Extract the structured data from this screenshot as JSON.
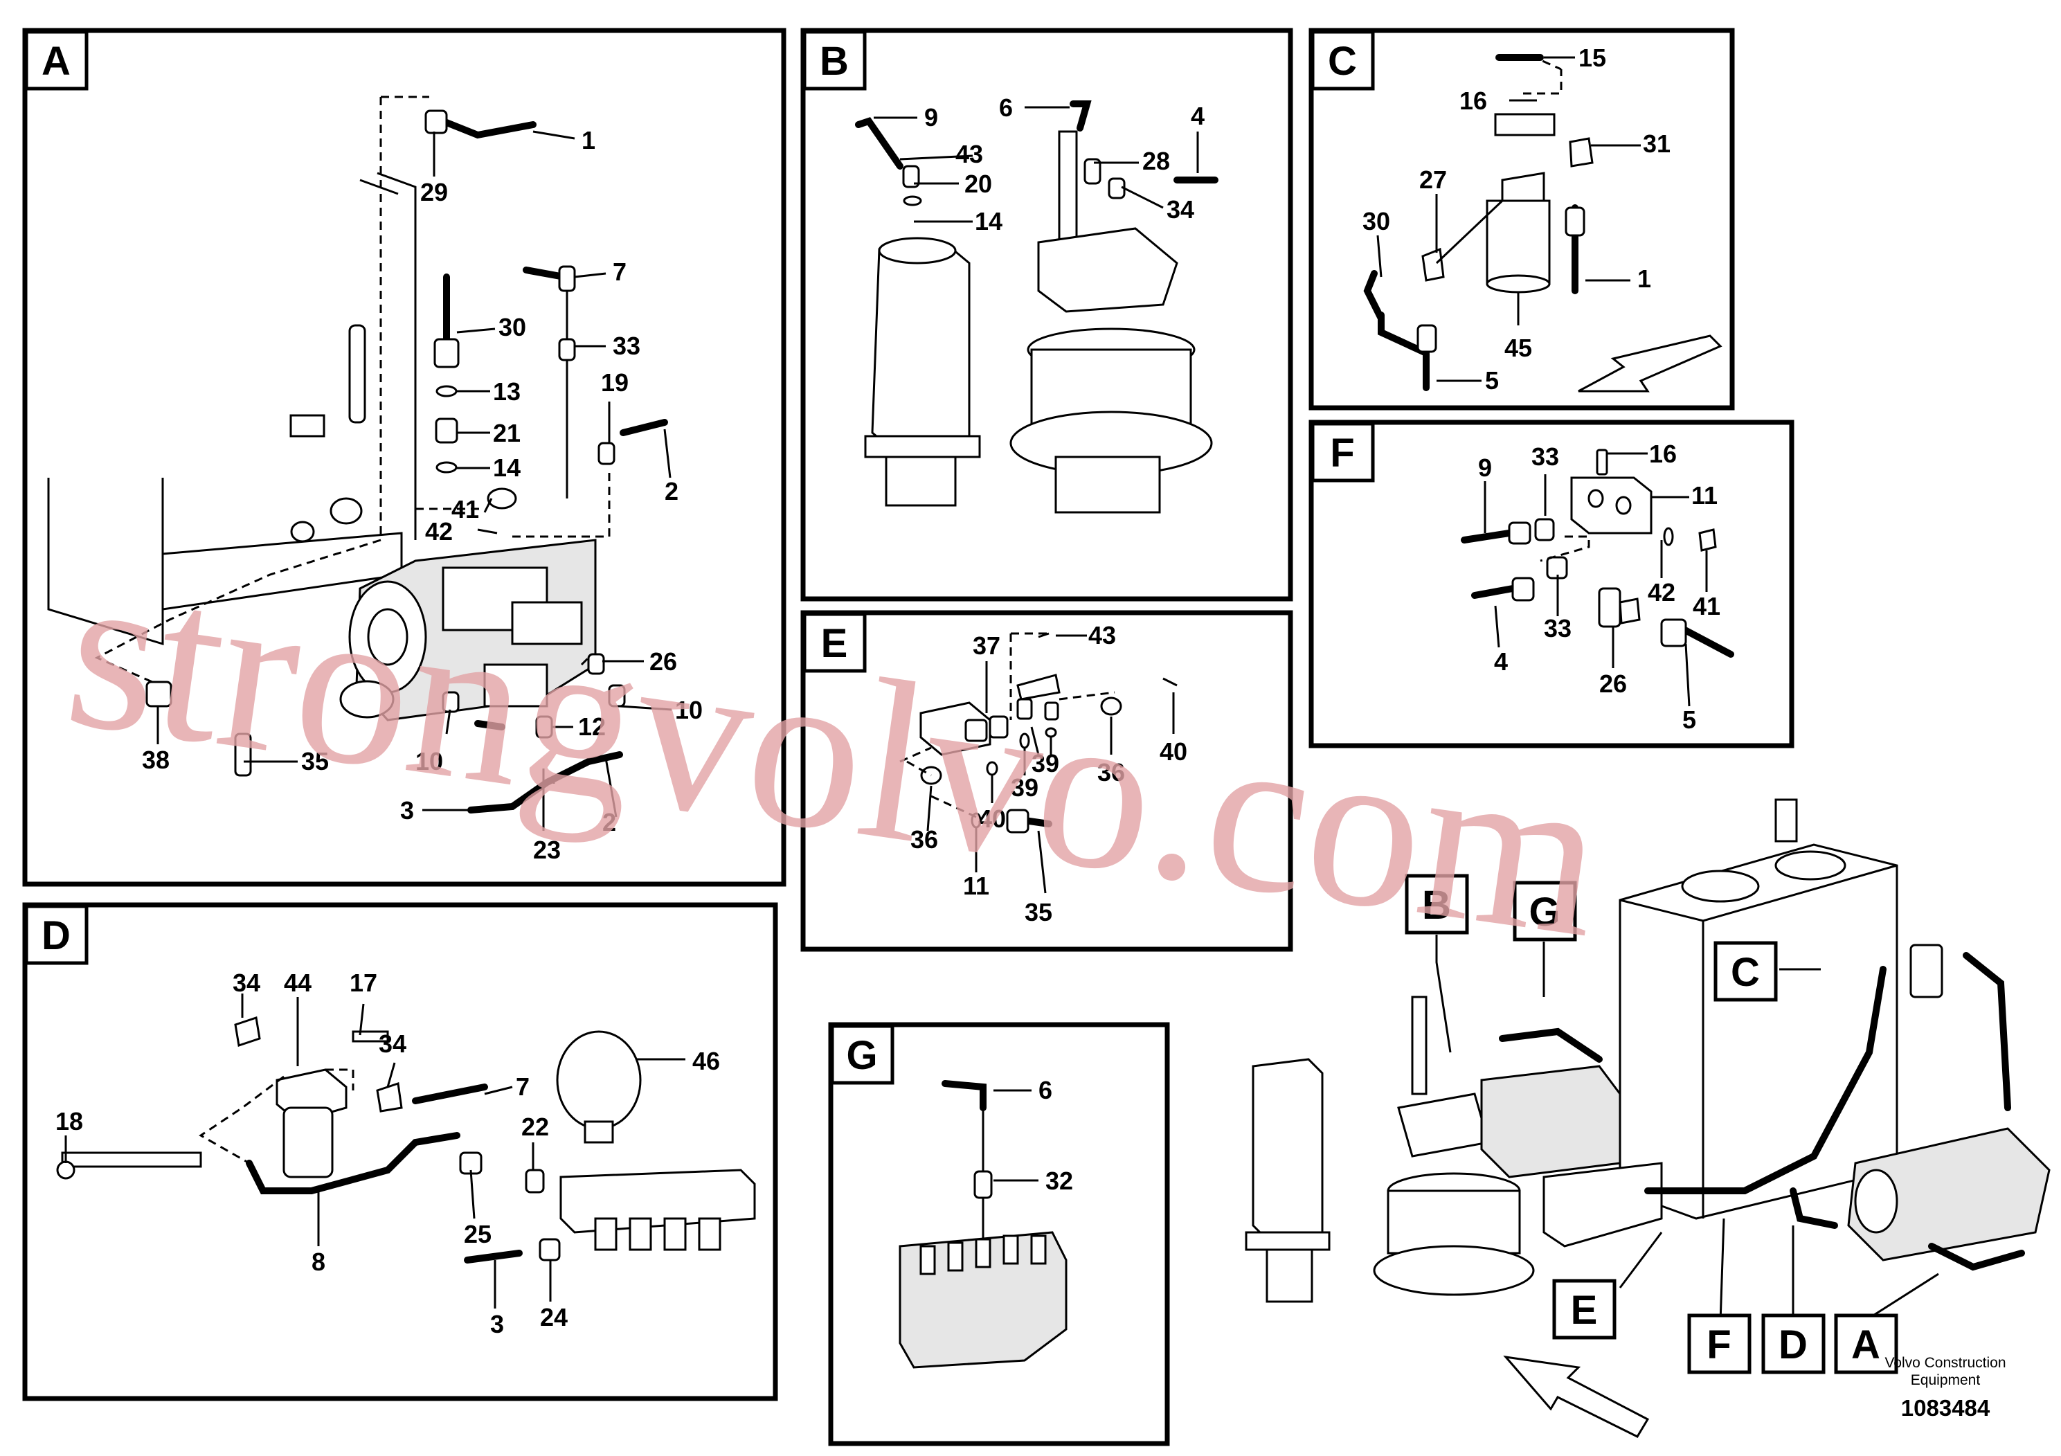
{
  "panels": {
    "A": {
      "tag": "A",
      "callouts": {
        "c1": "1",
        "c29": "29",
        "c7": "7",
        "c30": "30",
        "c33": "33",
        "c13": "13",
        "c19": "19",
        "c21": "21",
        "c14": "14",
        "c2a": "2",
        "c41": "41",
        "c42": "42",
        "c26": "26",
        "c10a": "10",
        "c38": "38",
        "c35": "35",
        "c10b": "10",
        "c12": "12",
        "c3": "3",
        "c2b": "2",
        "c23": "23"
      }
    },
    "B": {
      "tag": "B",
      "callouts": {
        "c9": "9",
        "c6": "6",
        "c4": "4",
        "c43": "43",
        "c28": "28",
        "c20": "20",
        "c34": "34",
        "c14": "14"
      }
    },
    "C": {
      "tag": "C",
      "callouts": {
        "c15": "15",
        "c16": "16",
        "c31": "31",
        "c27": "27",
        "c30": "30",
        "c1": "1",
        "c45": "45",
        "c5": "5"
      }
    },
    "D": {
      "tag": "D",
      "callouts": {
        "c34a": "34",
        "c44": "44",
        "c17": "17",
        "c34b": "34",
        "c46": "46",
        "c7": "7",
        "c18": "18",
        "c22": "22",
        "c8": "8",
        "c25": "25",
        "c3": "3",
        "c24": "24"
      }
    },
    "E": {
      "tag": "E",
      "callouts": {
        "c37": "37",
        "c43": "43",
        "c39a": "39",
        "c36a": "36",
        "c40a": "40",
        "c40b": "40",
        "c39b": "39",
        "c36b": "36",
        "c11": "11",
        "c35": "35"
      }
    },
    "F": {
      "tag": "F",
      "callouts": {
        "c33a": "33",
        "c16": "16",
        "c9": "9",
        "c11": "11",
        "c42": "42",
        "c41": "41",
        "c4": "4",
        "c33b": "33",
        "c26": "26",
        "c5": "5"
      }
    },
    "G": {
      "tag": "G",
      "callouts": {
        "c6": "6",
        "c32": "32"
      }
    }
  },
  "overview": {
    "tags": {
      "B": "B",
      "G": "G",
      "C": "C",
      "E": "E",
      "F": "F",
      "D": "D",
      "A": "A"
    }
  },
  "footer": {
    "brand_line1": "Volvo Construction",
    "brand_line2": "Equipment",
    "doc_number": "1083484"
  },
  "watermark": "strongvolvo.com"
}
